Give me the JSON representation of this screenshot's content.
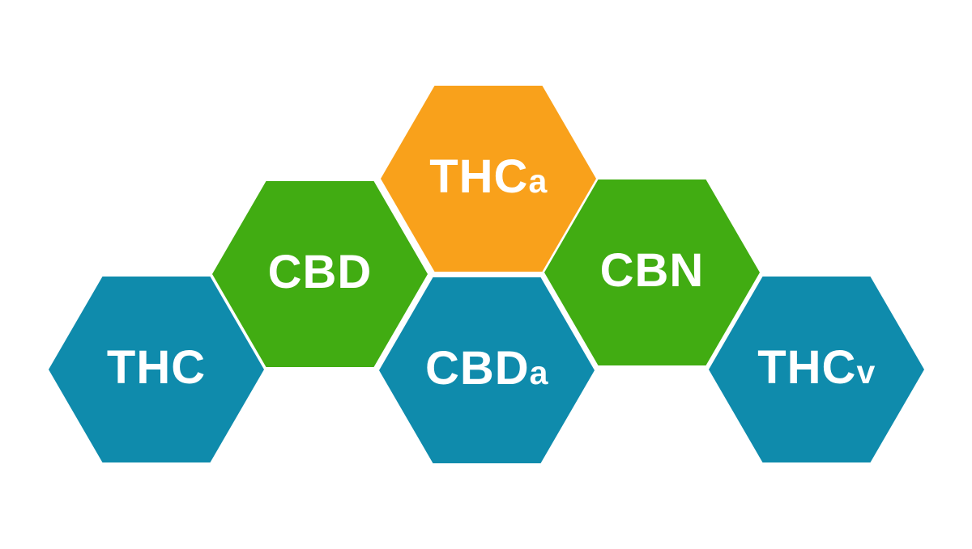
{
  "background_color": "#ffffff",
  "colors": {
    "orange": "#f9a11b",
    "green": "#41ac12",
    "teal": "#0f8bac",
    "label_text": "#ffffff"
  },
  "hexagons": [
    {
      "id": "thca",
      "label": "THCa",
      "main": "THC",
      "suffix": "a",
      "color_key": "orange"
    },
    {
      "id": "cbd",
      "label": "CBD",
      "main": "CBD",
      "suffix": "",
      "color_key": "green"
    },
    {
      "id": "cbn",
      "label": "CBN",
      "main": "CBN",
      "suffix": "",
      "color_key": "green"
    },
    {
      "id": "thc",
      "label": "THC",
      "main": "THC",
      "suffix": "",
      "color_key": "teal"
    },
    {
      "id": "cbda",
      "label": "CBDa",
      "main": "CBD",
      "suffix": "a",
      "color_key": "teal"
    },
    {
      "id": "thcv",
      "label": "THCv",
      "main": "THC",
      "suffix": "v",
      "color_key": "teal"
    }
  ]
}
